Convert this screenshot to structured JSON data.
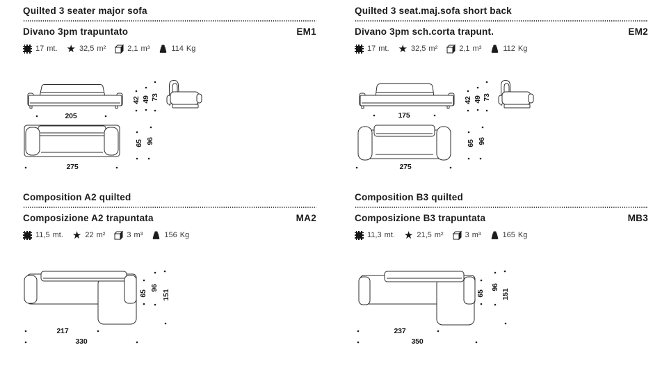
{
  "page": {
    "background": "#ffffff",
    "ink": "#1c1c1c",
    "drawing_line": "#2d2d2d",
    "spec_text": "#3a3a3a"
  },
  "icons": {
    "fabric": "fabric-swatch-icon",
    "leather": "leather-hide-icon",
    "leather_glyph": "★",
    "volume": "cube-volume-icon",
    "weight": "kettlebell-weight-icon"
  },
  "products": [
    {
      "title_en": "Quilted 3 seater major sofa",
      "title_it": "Divano 3pm trapuntato",
      "code": "EM1",
      "specs": [
        {
          "label": "fabric",
          "value": "17",
          "unit": "mt."
        },
        {
          "label": "leather",
          "value": "32,5",
          "unit": "m²"
        },
        {
          "label": "volume",
          "value": "2,1",
          "unit": "m³"
        },
        {
          "label": "weight",
          "value": "114",
          "unit": "Kg"
        }
      ],
      "dimensions": {
        "width_seat": "205",
        "width_total": "275",
        "height_arm": "42",
        "height_seat": "49",
        "height_back": "73",
        "depth_seat": "65",
        "depth_total": "96"
      }
    },
    {
      "title_en": "Quilted 3 seat.maj.sofa short back",
      "title_it": "Divano 3pm sch.corta trapunt.",
      "code": "EM2",
      "specs": [
        {
          "label": "fabric",
          "value": "17",
          "unit": "mt."
        },
        {
          "label": "leather",
          "value": "32,5",
          "unit": "m²"
        },
        {
          "label": "volume",
          "value": "2,1",
          "unit": "m³"
        },
        {
          "label": "weight",
          "value": "112",
          "unit": "Kg"
        }
      ],
      "dimensions": {
        "width_seat": "175",
        "width_total": "275",
        "height_arm": "42",
        "height_seat": "49",
        "height_back": "73",
        "depth_seat": "65",
        "depth_total": "96"
      }
    },
    {
      "title_en": "Composition A2 quilted",
      "title_it": "Composizione A2 trapuntata",
      "code": "MA2",
      "specs": [
        {
          "label": "fabric",
          "value": "11,5",
          "unit": "mt."
        },
        {
          "label": "leather",
          "value": "22",
          "unit": "m²"
        },
        {
          "label": "volume",
          "value": "3",
          "unit": "m³"
        },
        {
          "label": "weight",
          "value": "156",
          "unit": "Kg"
        }
      ],
      "dimensions": {
        "width_section": "217",
        "width_total": "330",
        "depth_seat": "65",
        "depth_total": "96",
        "depth_chaise": "151"
      }
    },
    {
      "title_en": "Composition B3 quilted",
      "title_it": "Composizione B3 trapuntata",
      "code": "MB3",
      "specs": [
        {
          "label": "fabric",
          "value": "11,3",
          "unit": "mt."
        },
        {
          "label": "leather",
          "value": "21,5",
          "unit": "m²"
        },
        {
          "label": "volume",
          "value": "3",
          "unit": "m³"
        },
        {
          "label": "weight",
          "value": "165",
          "unit": "Kg"
        }
      ],
      "dimensions": {
        "width_section": "237",
        "width_total": "350",
        "depth_seat": "65",
        "depth_total": "96",
        "depth_chaise": "151"
      }
    }
  ]
}
